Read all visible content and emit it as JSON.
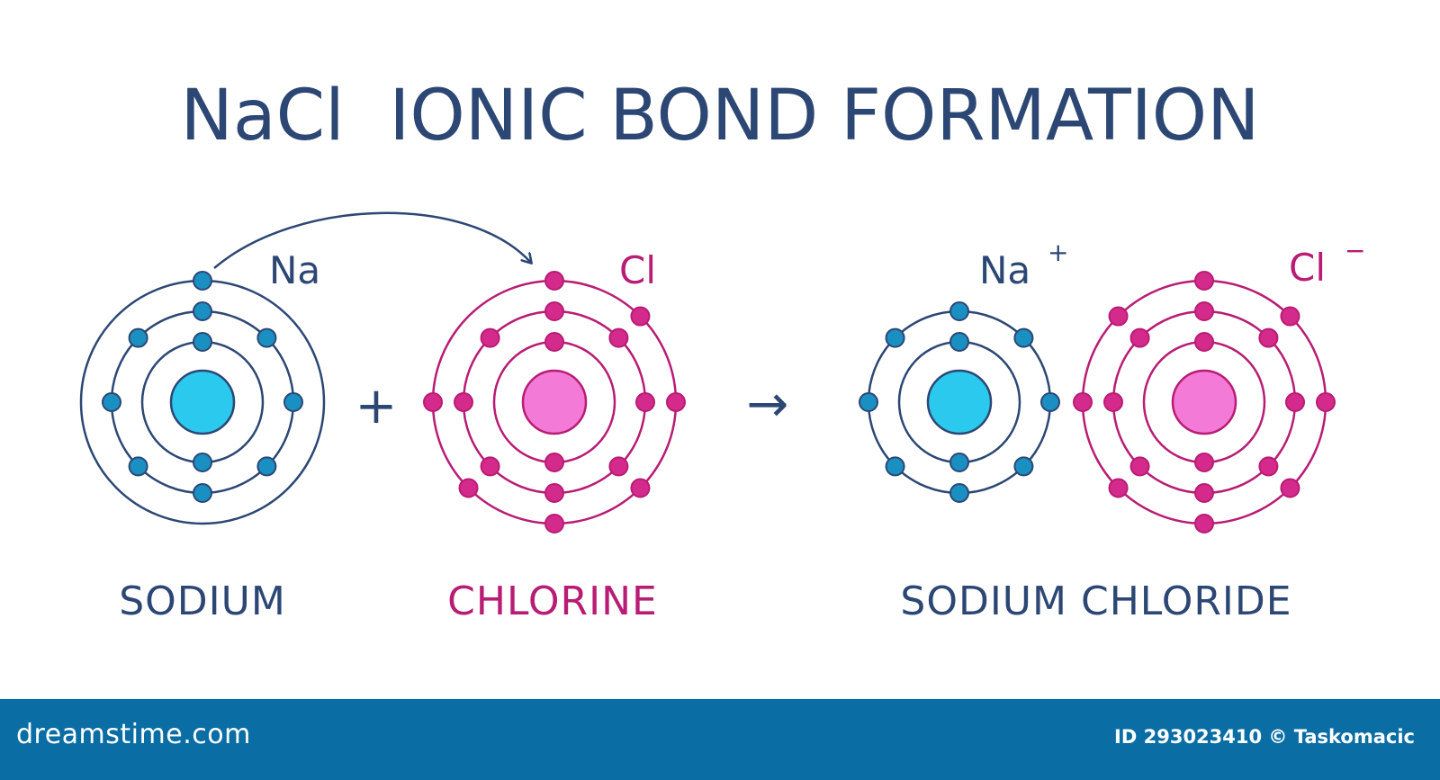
{
  "title": "NaCl  IONIC BOND FORMATION",
  "colors": {
    "navy": "#2c4774",
    "magenta": "#b81c74",
    "na_electron": "#1a8fc2",
    "na_nucleus": "#2cc9ee",
    "cl_electron": "#d42a8c",
    "cl_nucleus": "#f37ad6",
    "footer_bg": "#0a6ea5"
  },
  "atoms": {
    "sodium": {
      "symbol": "Na",
      "label": "SODIUM",
      "shells": [
        2,
        8,
        1
      ]
    },
    "chlorine": {
      "symbol": "Cl",
      "label": "CHLORINE",
      "shells": [
        2,
        8,
        7
      ]
    },
    "sodium_ion": {
      "symbol": "Na",
      "charge": "+",
      "shells": [
        2,
        8
      ]
    },
    "chloride_ion": {
      "symbol": "Cl",
      "charge": "−",
      "shells": [
        2,
        8,
        8
      ]
    }
  },
  "operators": {
    "plus": "+",
    "arrow": "→"
  },
  "product_label": "SODIUM CHLORIDE",
  "footer": {
    "brand": "dreamstime.com",
    "credit": "ID 293023410 © Taskomacic"
  }
}
